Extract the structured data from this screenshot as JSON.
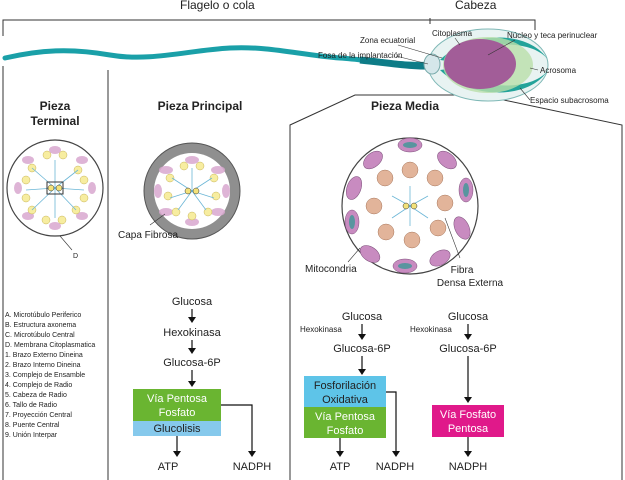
{
  "top": {
    "flagelo": "Flagelo o cola",
    "cabeza": "Cabeza"
  },
  "head_labels": {
    "zona_ecuatorial": "Zona ecuatorial",
    "citoplasma": "Citoplasma",
    "nucleo": "Núcleo y teca perinuclear",
    "fosa": "Fosa de la implantación",
    "acrosoma": "Acrosoma",
    "espacio": "Espacio subacrosoma"
  },
  "terminal": {
    "title_line1": "Pieza",
    "title_line2": "Terminal",
    "label_d": "D",
    "legend": [
      "A. Microtúbulo Periferico",
      "B. Estructura axonema",
      "C. Microtúbulo Central",
      "D. Membrana Citoplasmatica",
      "1. Brazo Externo Dineina",
      "2. Brazo Interno Dineina",
      "3. Complejo de Ensamble",
      "4. Complejo de Radio",
      "5. Cabeza de Radio",
      "6. Tallo de Radio",
      "7. Proyección Central",
      "8. Puente Central",
      "9. Unión Interpar"
    ]
  },
  "principal": {
    "title": "Pieza Principal",
    "capa": "Capa Fibrosa",
    "glucosa": "Glucosa",
    "hexokinasa": "Hexokinasa",
    "glucosa6p": "Glucosa-6P",
    "via_line1": "Vía Pentosa",
    "via_line2": "Fosfato",
    "glucolisis": "Glucolisis",
    "atp": "ATP",
    "nadph": "NADPH"
  },
  "media": {
    "title": "Pieza Media",
    "mitocondria": "Mitocondria",
    "fibra_line1": "Fibra",
    "fibra_line2": "Densa Externa",
    "glucosa_a": "Glucosa",
    "hexokinasa_a": "Hexokinasa",
    "glucosa6p_a": "Glucosa-6P",
    "fosforilacion_line1": "Fosforilación",
    "fosforilacion_line2": "Oxidativa",
    "via_line1": "Vía Pentosa",
    "via_line2": "Fosfato",
    "atp": "ATP",
    "nadph_a": "NADPH",
    "glucosa_b": "Glucosa",
    "hexokinasa_b": "Hexokinasa",
    "glucosa6p_b": "Glucosa-6P",
    "via_fosfato_line1": "Vía Fosfato",
    "via_fosfato_line2": "Pentosa",
    "nadph_b": "NADPH"
  },
  "colors": {
    "green": "#6ab531",
    "blue": "#86c9ec",
    "cyan": "#5ec4e8",
    "magenta": "#e0198a",
    "pink": "#d8a0c8",
    "brown": "#e2b49a",
    "teal": "#2a9a92"
  }
}
